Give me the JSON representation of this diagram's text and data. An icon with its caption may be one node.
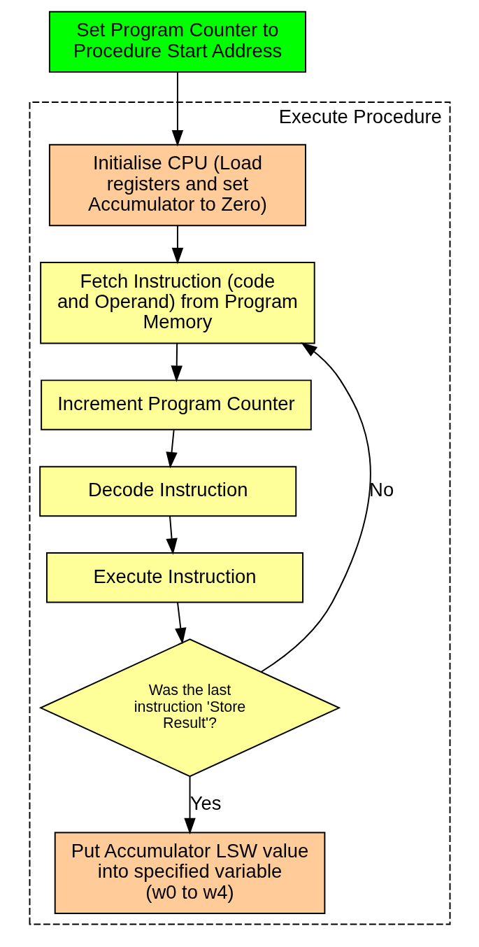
{
  "diagram": {
    "nodes": [
      {
        "text": [
          "Set Program Counter to Procedure Start Address"
        ]
      },
      {
        "text": [
          "Execute Procedure"
        ]
      },
      {
        "text": [
          "Initialise CPU (Load registers and set Accumulator to Zero)"
        ],
        "in": 1
      },
      {
        "text": [
          "Fetch Instruction (code and Operand) from Program Memory"
        ],
        "in": 1
      },
      {
        "text": [
          "Increment Program Counter"
        ],
        "in": 1
      },
      {
        "text": [
          "Decode Instruction"
        ],
        "in": 1
      },
      {
        "text": [
          "Execute Instruction"
        ],
        "in": 1
      },
      {
        "text": [
          "Was the last instruction 'Store Result'?"
        ],
        "in": 1
      },
      {
        "text": [
          "Put Accumulator LSW value into specified variable (w0 to w4)"
        ],
        "in": 1
      }
    ],
    "edges": [
      {
        "from": 0,
        "to": 2,
        "arrow": "to"
      },
      {
        "from": 2,
        "to": 3,
        "arrow": "to"
      },
      {
        "from": 3,
        "to": 4,
        "arrow": "to"
      },
      {
        "from": 4,
        "to": 5,
        "arrow": "to"
      },
      {
        "from": 5,
        "to": 6,
        "arrow": "to"
      },
      {
        "from": 6,
        "to": 7,
        "arrow": "to"
      },
      {
        "from": 7,
        "to": 3,
        "arrow": "to",
        "label": "No"
      },
      {
        "from": 7,
        "to": 8,
        "arrow": "to",
        "label": "Yes"
      }
    ]
  }
}
